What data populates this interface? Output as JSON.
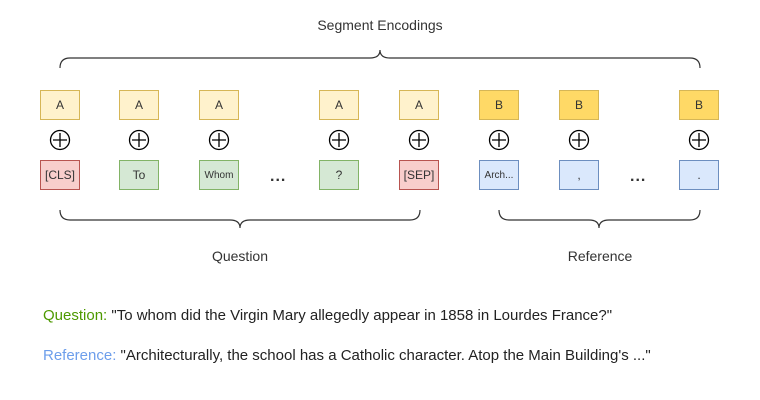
{
  "diagram": {
    "top_label": "Segment Encodings",
    "segment_labels": [
      "A",
      "A",
      "A",
      "A",
      "A",
      "B",
      "B",
      "B"
    ],
    "tokens": [
      "[CLS]",
      "To",
      "Whom",
      "?",
      "[SEP]",
      "Arch...",
      ",",
      "."
    ],
    "ellipsis": "...",
    "question_label": "Question",
    "reference_label": "Reference"
  },
  "captions": {
    "question_key": "Question:",
    "question_text": "\"To whom did the Virgin Mary allegedly appear in 1858 in Lourdes France?\"",
    "reference_key": "Reference:",
    "reference_text": "\"Architecturally, the school has a Catholic character. Atop the Main Building's ...\""
  }
}
